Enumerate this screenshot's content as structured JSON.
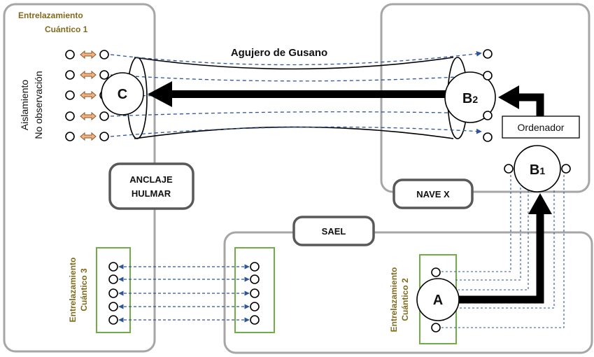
{
  "labels": {
    "ent1_line1": "Entrelazamiento",
    "ent1_line2": "Cuántico 1",
    "aislamiento": "Aislamiento",
    "no_observacion": "No observación",
    "wormhole": "Agujero de Gusano",
    "node_c": "C",
    "node_b2": "B",
    "node_b2_sub": "2",
    "ordenador": "Ordenador",
    "node_b1": "B",
    "node_b1_sub": "1",
    "anclaje_line1": "ANCLAJE",
    "anclaje_line2": "HULMAR",
    "nave": "NAVE X",
    "sael": "SAEL",
    "ent3_line1": "Entrelazamiento",
    "ent3_line2": "Cuántico 3",
    "ent2_line1": "Entrelazamiento",
    "ent2_line2": "Cuántico 2",
    "node_a": "A"
  },
  "colors": {
    "region_border": "#a6a6a6",
    "label_border": "#595959",
    "box_green": "#70ad47",
    "dashed_blue": "#2e5597",
    "arrow_orange_fill": "#f4b183",
    "arrow_orange_stroke": "#8b5a2b",
    "olive_text": "#7f6a1d"
  }
}
